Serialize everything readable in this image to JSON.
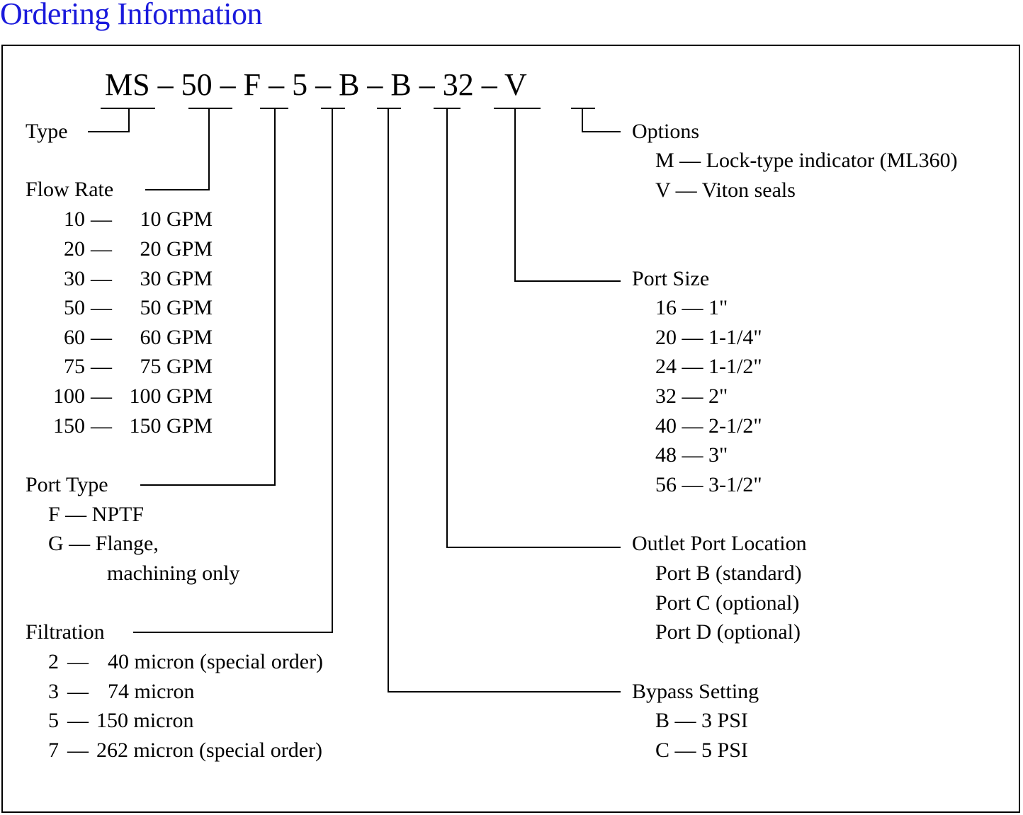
{
  "title": "Ordering Information",
  "model_code": "MS – 50 – F – 5 – B – B – 32 – V",
  "type": {
    "label": "Type"
  },
  "flow_rate": {
    "label": "Flow Rate",
    "items": [
      {
        "code": "10",
        "sep": "—",
        "desc": "10 GPM"
      },
      {
        "code": "20",
        "sep": "—",
        "desc": "20 GPM"
      },
      {
        "code": "30",
        "sep": "—",
        "desc": "30 GPM"
      },
      {
        "code": "50",
        "sep": "—",
        "desc": "50 GPM"
      },
      {
        "code": "60",
        "sep": "—",
        "desc": "60 GPM"
      },
      {
        "code": "75",
        "sep": "—",
        "desc": "75 GPM"
      },
      {
        "code": "100",
        "sep": "—",
        "desc": "100 GPM"
      },
      {
        "code": "150",
        "sep": "—",
        "desc": "150 GPM"
      }
    ]
  },
  "port_type": {
    "label": "Port Type",
    "items": [
      {
        "text": "F — NPTF"
      },
      {
        "text": "G — Flange,"
      },
      {
        "text": "machining only"
      }
    ]
  },
  "filtration": {
    "label": "Filtration",
    "items": [
      {
        "code": "2",
        "sep": "—",
        "desc": "40 micron (special order)"
      },
      {
        "code": "3",
        "sep": "—",
        "desc": "74 micron"
      },
      {
        "code": "5",
        "sep": "—",
        "desc": "150 micron"
      },
      {
        "code": "7",
        "sep": "—",
        "desc": "262 micron (special order)"
      }
    ]
  },
  "options": {
    "label": "Options",
    "items": [
      {
        "text": "M — Lock-type indicator (ML360)"
      },
      {
        "text": "V — Viton seals"
      }
    ]
  },
  "port_size": {
    "label": "Port Size",
    "items": [
      {
        "text": "16 — 1\""
      },
      {
        "text": "20 — 1-1/4\""
      },
      {
        "text": "24 — 1-1/2\""
      },
      {
        "text": "32 — 2\""
      },
      {
        "text": "40 — 2-1/2\""
      },
      {
        "text": "48 — 3\""
      },
      {
        "text": "56 — 3-1/2\""
      }
    ]
  },
  "outlet_port_location": {
    "label": "Outlet Port Location",
    "items": [
      {
        "text": "Port B (standard)"
      },
      {
        "text": "Port C (optional)"
      },
      {
        "text": "Port D (optional)"
      }
    ]
  },
  "bypass_setting": {
    "label": "Bypass Setting",
    "items": [
      {
        "text": "B — 3 PSI"
      },
      {
        "text": "C — 5 PSI"
      }
    ]
  }
}
